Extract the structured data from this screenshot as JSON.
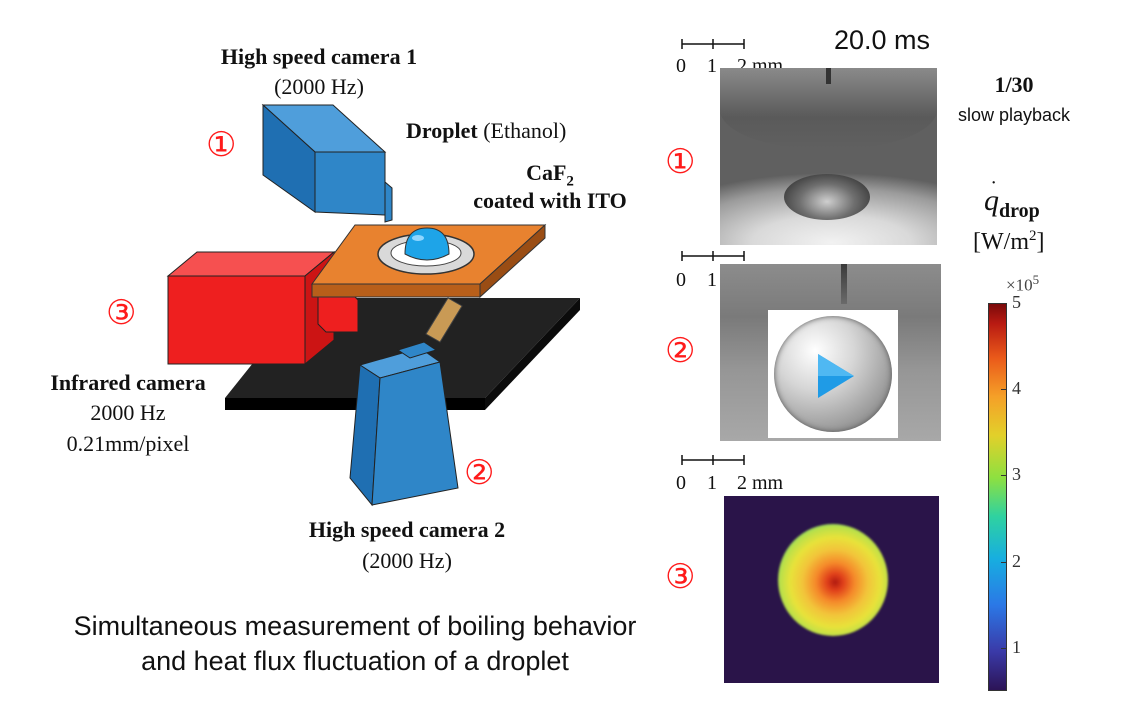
{
  "labels": {
    "camera1_title": "High speed camera 1",
    "camera1_rate": "(2000 Hz)",
    "droplet_bold": "Droplet",
    "droplet_rest": " (Ethanol)",
    "substrate_line1_main": "CaF",
    "substrate_line1_sub": "2",
    "substrate_line2": "coated with ITO",
    "ir_title": "Infrared camera",
    "ir_rate": "2000 Hz",
    "ir_resolution": "0.21mm/pixel",
    "camera2_title": "High speed camera 2",
    "camera2_rate": "(2000 Hz)"
  },
  "markers": {
    "one": "①",
    "two": "②",
    "three": "③"
  },
  "caption": {
    "line1": "Simultaneous measurement of boiling behavior",
    "line2": "and heat flux fluctuation of a droplet"
  },
  "video": {
    "time": "20.0 ms",
    "playback_rate": "1/30",
    "playback_text": "slow playback"
  },
  "scale_bar": {
    "ticks": [
      "0",
      "1",
      "2 mm"
    ]
  },
  "colorbar": {
    "symbol": "q",
    "subscript": "drop",
    "unit_open": "[W/m",
    "unit_sup": "2",
    "unit_close": "]",
    "multiplier_base": "×10",
    "multiplier_exp": "5",
    "range": [
      0.5,
      5
    ],
    "tick_values": [
      1,
      2,
      3,
      4,
      5
    ],
    "tick_labels": [
      "1",
      "2",
      "3",
      "4",
      "5"
    ]
  },
  "colors": {
    "camera_blue": "#2f86c8",
    "ir_red": "#ee1f1f",
    "plate_orange": "#e8822f",
    "droplet_blue": "#1ea4e8",
    "base_black": "#222222",
    "marker_red": "#ff1a1a",
    "heatmap_background": "#2a1449"
  },
  "icons": {
    "play": "play-button-icon"
  }
}
